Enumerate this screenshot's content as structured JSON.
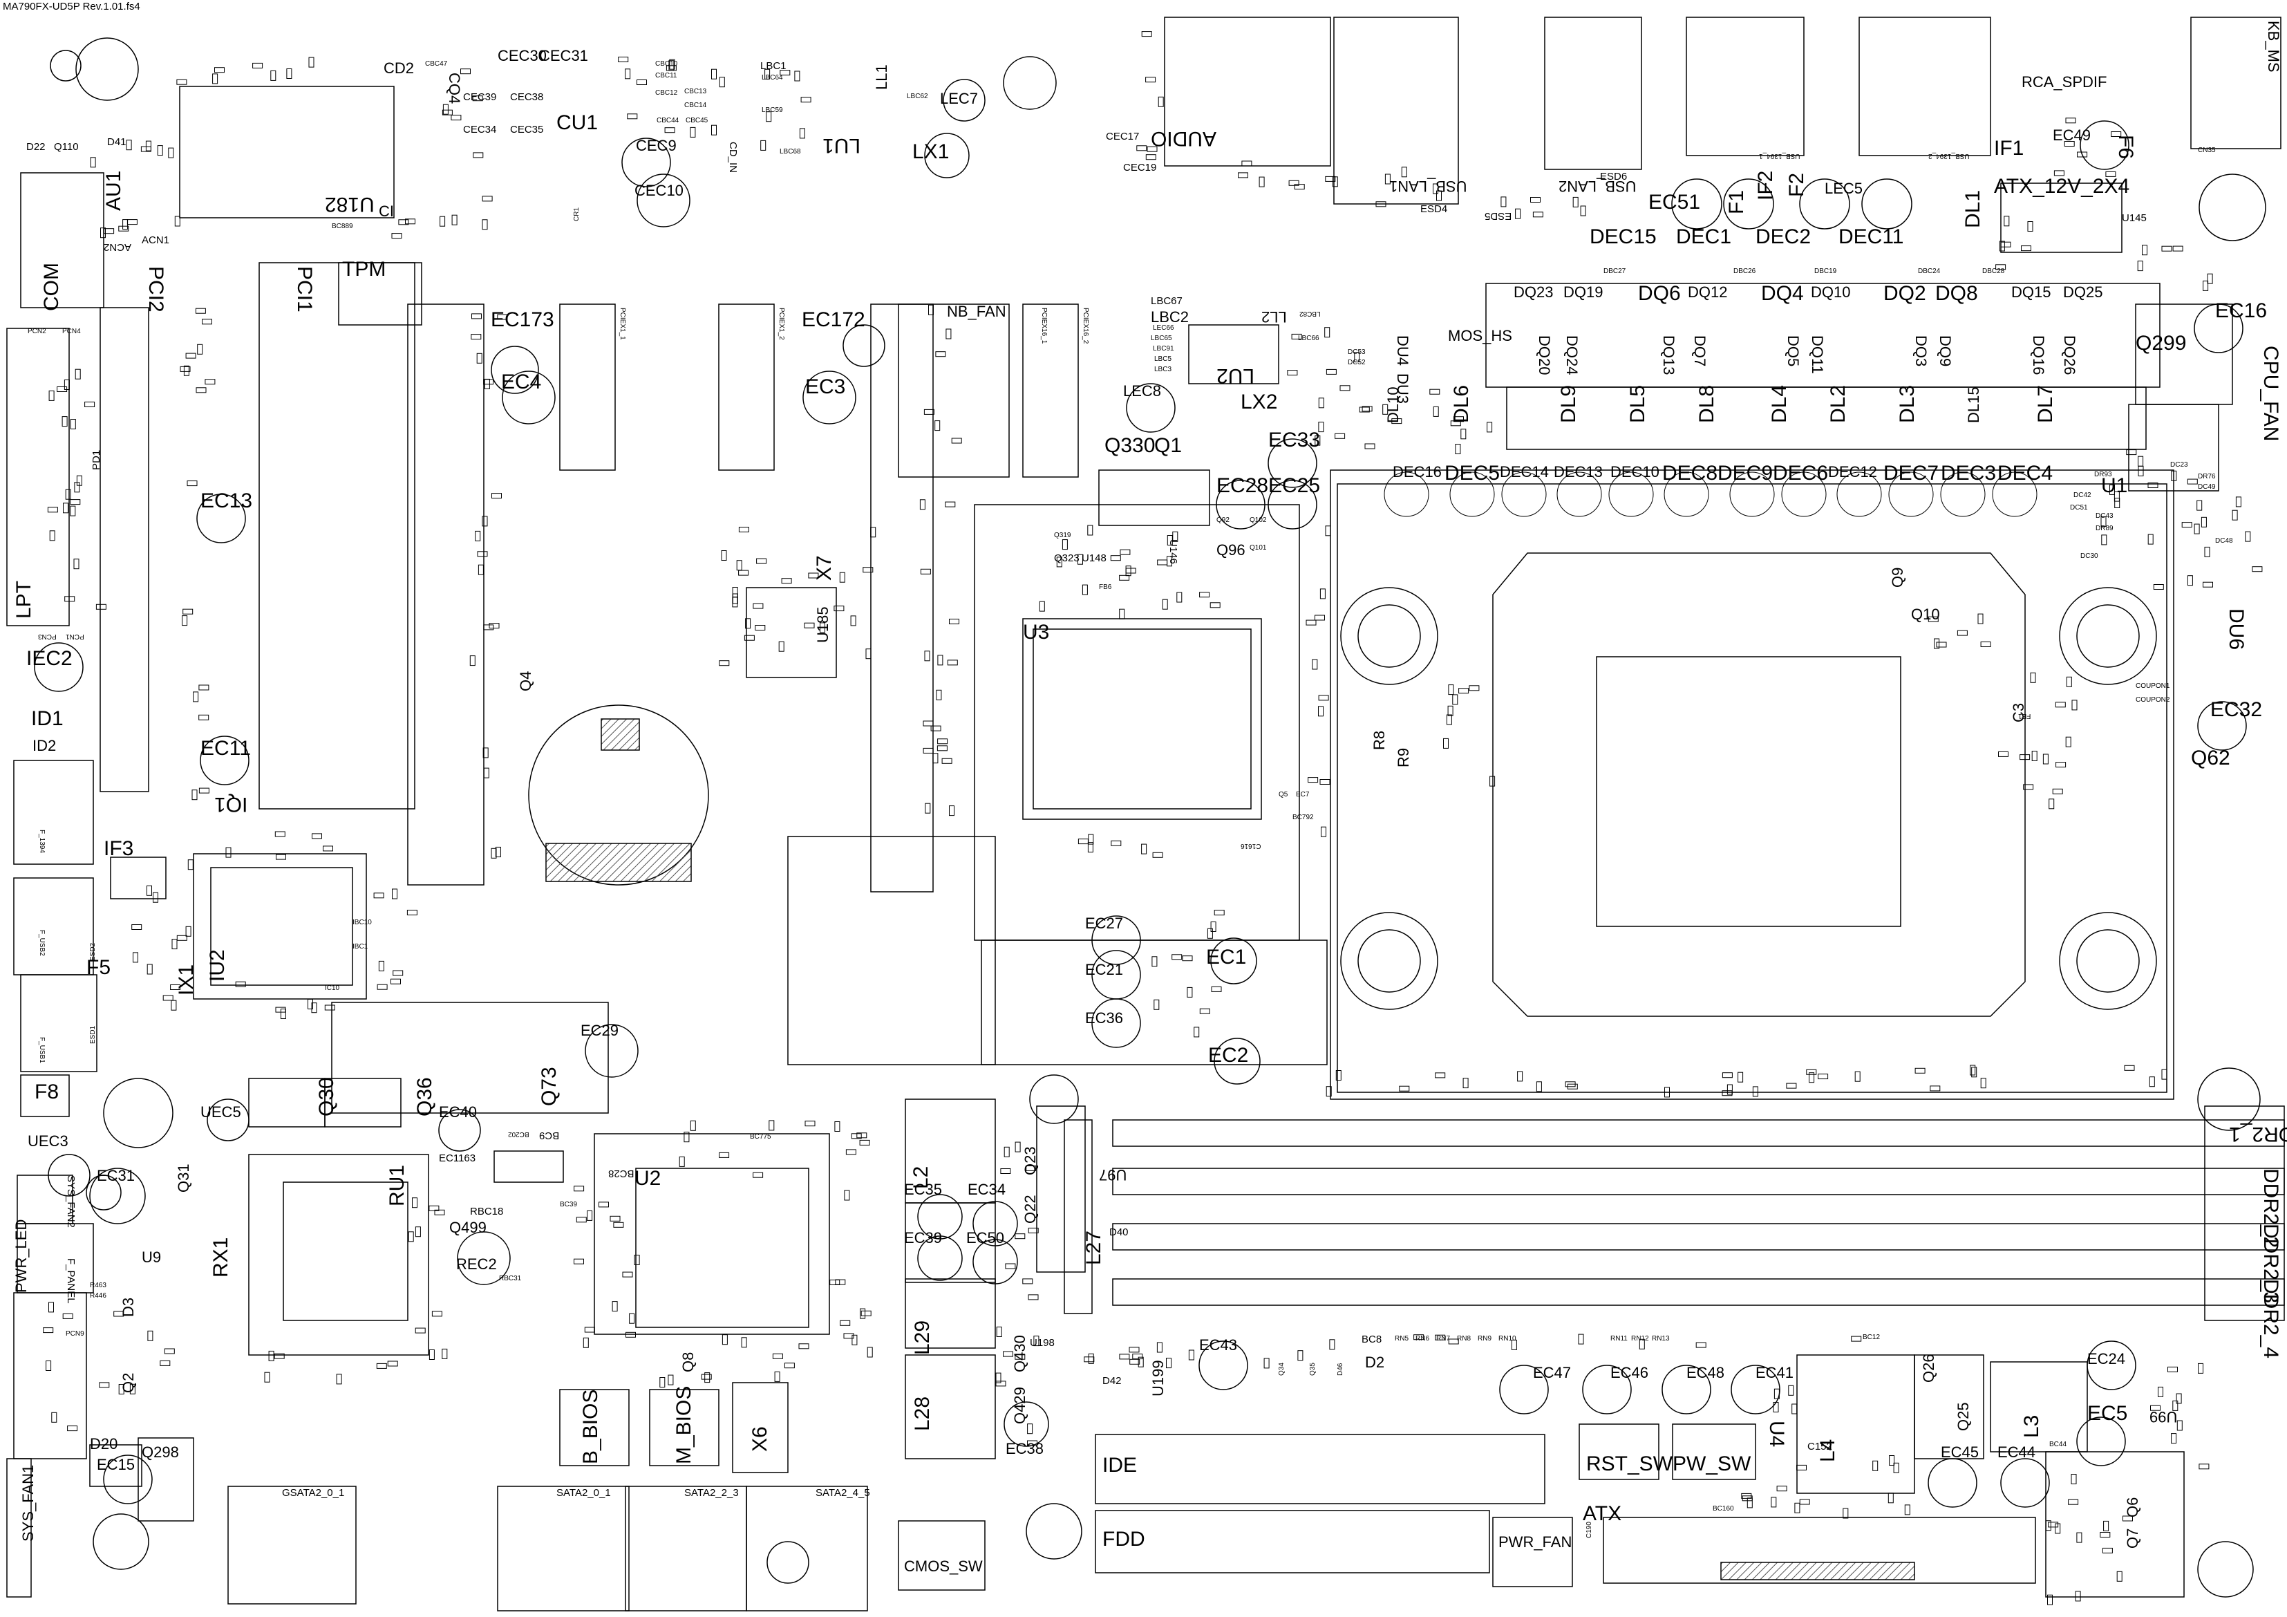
{
  "header": {
    "title": "MA790FX-UD5P Rev.1.01.fs4"
  },
  "labels": {
    "com": "COM",
    "pci2": "PCI2",
    "pci1": "PCI1",
    "tpm": "TPM",
    "u182": "U182",
    "ci": "CI",
    "au1": "AU1",
    "cd2": "CD2",
    "cq4": "CQ4",
    "cec30": "CEC30",
    "cec31": "CEC31",
    "cu1": "CU1",
    "cec9": "CEC9",
    "cec10": "CEC10",
    "cec39": "CEC39",
    "cec38": "CEC38",
    "cec34": "CEC34",
    "cec35": "CEC35",
    "cec17": "CEC17",
    "cec19": "CEC19",
    "lu1": "LU1",
    "ll1": "LL1",
    "lx1": "LX1",
    "lec7": "LEC7",
    "audio": "AUDIO",
    "usb_lan1": "USB_LAN1",
    "usb_lan2": "USB_LAN2",
    "esd4": "ESD4",
    "esd5": "ESD5",
    "esd6": "ESD6",
    "rca_spdif": "RCA_SPDIF",
    "kb_ms": "KB_MS",
    "if1": "IF1",
    "ec49": "EC49",
    "f6": "F6",
    "f1": "F1",
    "if2": "IF2",
    "f2": "F2",
    "lec5": "LEC5",
    "ec51": "EC51",
    "atx12v": "ATX_12V_2X4",
    "dl1": "DL1",
    "u145": "U145",
    "dec15": "DEC15",
    "dec1": "DEC1",
    "dec2": "DEC2",
    "dec11": "DEC11",
    "dq23": "DQ23",
    "dq19": "DQ19",
    "dq6": "DQ6",
    "dq12": "DQ12",
    "dq4": "DQ4",
    "dq10": "DQ10",
    "dq2": "DQ2",
    "dq8": "DQ8",
    "dq15": "DQ15",
    "dq25": "DQ25",
    "dq20": "DQ20",
    "dq24": "DQ24",
    "dq13": "DQ13",
    "dq7": "DQ7",
    "dq5": "DQ5",
    "dq11": "DQ11",
    "dq3": "DQ3",
    "dq9": "DQ9",
    "dq16": "DQ16",
    "dq26": "DQ26",
    "mos_hs": "MOS_HS",
    "du4": "DU4",
    "du3": "DU3",
    "dl10": "DL10",
    "dl6": "DL6",
    "dl9": "DL9",
    "dl5": "DL5",
    "dl8": "DL8",
    "dl4": "DL4",
    "dl2": "DL2",
    "dl3": "DL3",
    "dl15": "DL15",
    "dl7": "DL7",
    "ec16": "EC16",
    "q299": "Q299",
    "cpu_fan": "CPU_FAN",
    "dec16": "DEC16",
    "dec5": "DEC5",
    "dec14": "DEC14",
    "dec13": "DEC13",
    "dec10": "DEC10",
    "dec8": "DEC8",
    "dec9": "DEC9",
    "dec6": "DEC6",
    "dec12": "DEC12",
    "dec7": "DEC7",
    "dec3": "DEC3",
    "dec4": "DEC4",
    "u1": "U1",
    "nb_fan": "NB_FAN",
    "ec173": "EC173",
    "ec172": "EC172",
    "ec4": "EC4",
    "ec3": "EC3",
    "lbc67": "LBC67",
    "lbc2": "LBC2",
    "ll2": "LL2",
    "lu2": "LU2",
    "lx2": "LX2",
    "lec8": "LEC8",
    "ec33": "EC33",
    "q330": "Q330",
    "q1": "Q1",
    "ec28": "EC28",
    "ec25": "EC25",
    "lpt": "LPT",
    "ec13": "EC13",
    "iec2": "IEC2",
    "id1": "ID1",
    "id2": "ID2",
    "ec11": "EC11",
    "iq1": "IQ1",
    "if3": "IF3",
    "f5": "F5",
    "ix1": "IX1",
    "iu2": "IU2",
    "f8": "F8",
    "x7": "X7",
    "u185": "U185",
    "u3": "U3",
    "q4": "Q4",
    "q96": "Q96",
    "u146": "U146",
    "q9": "Q9",
    "q10": "Q10",
    "du6": "DU6",
    "ec32": "EC32",
    "q62": "Q62",
    "c3": "C3",
    "ec27": "EC27",
    "ec21": "EC21",
    "ec36": "EC36",
    "ec1": "EC1",
    "ec2": "EC2",
    "ec29": "EC29",
    "uec5": "UEC5",
    "q30": "Q30",
    "q36": "Q36",
    "ec40": "EC40",
    "q73": "Q73",
    "uec3": "UEC3",
    "ec31": "EC31",
    "q31": "Q31",
    "sys_fan2": "SYS_FAN2",
    "pwr_led": "PWR_LED",
    "u9": "U9",
    "d3": "D3",
    "f_panel": "F_PANEL",
    "q2": "Q2",
    "d20": "D20",
    "ec15": "EC15",
    "q298": "Q298",
    "sys_fan1": "SYS_FAN1",
    "rx1": "RX1",
    "ru1": "RU1",
    "q499": "Q499",
    "rec2": "REC2",
    "ec1163": "EC1163",
    "u2": "U2",
    "b_bios": "B_BIOS",
    "m_bios": "M_BIOS",
    "x6": "X6",
    "q8": "Q8",
    "gsata": "GSATA2_0_1",
    "sata01": "SATA2_0_1",
    "sata23": "SATA2_2_3",
    "sata45": "SATA2_4_5",
    "cmos_sw": "CMOS_SW",
    "l2": "L2",
    "ec35": "EC35",
    "ec34": "EC34",
    "ec39": "EC39",
    "ec50": "EC50",
    "l29": "L29",
    "l28": "L28",
    "ec38": "EC38",
    "q429": "Q429",
    "q430": "Q430",
    "q23": "Q23",
    "q22": "Q22",
    "u97": "U97",
    "l27": "L27",
    "u198": "U198",
    "u199": "U199",
    "ec43": "EC43",
    "ide": "IDE",
    "fdd": "FDD",
    "pwr_fan": "PWR_FAN",
    "atx": "ATX",
    "rst_sw": "RST_SW",
    "pw_sw": "PW_SW",
    "u4": "U4",
    "l4": "L4",
    "ec47": "EC47",
    "ec46": "EC46",
    "ec48": "EC48",
    "ec41": "EC41",
    "d2": "D2",
    "q26": "Q26",
    "q25": "Q25",
    "l3": "L3",
    "ec24": "EC24",
    "ec5": "EC5",
    "u99": "U99",
    "ec45": "EC45",
    "ec44": "EC44",
    "q6": "Q6",
    "q7": "Q7",
    "ddr2_1": "DDR2_1",
    "ddr2_2": "DDR2_2",
    "ddr2_3": "DDR2_3",
    "ddr2_4": "DDR2_4",
    "pcie1": "PCIEX1_1",
    "pcie2": "PCIEX1_2",
    "pcie3": "PCIEX16_1",
    "pcie4": "PCIEX16_2"
  },
  "small": {
    "d22": "D22",
    "q110": "Q110",
    "d41": "D41",
    "acn1": "ACN1",
    "acn2": "ACN2",
    "cbc47": "CBC47",
    "cbc10": "CBC10",
    "cbc11": "CBC11",
    "cbc12": "CBC12",
    "cbc13": "CBC13",
    "cbc14": "CBC14",
    "cbc44": "CBC44",
    "cbc45": "CBC45",
    "lbc1": "LBC1",
    "lbc64": "LBC64",
    "lbc59": "LBC59",
    "lbc62": "LBC62",
    "cd_in": "CD_IN",
    "cr1": "CR1",
    "cbc48": "CBC48",
    "lec28": "LEC28",
    "lbc68": "LBC68",
    "usb1394_1": "USB_1394_1",
    "usb1394_2": "USB_1394_2",
    "cn35": "CN35",
    "dbc27": "DBC27",
    "dbc26": "DBC26",
    "dbc19": "DBC19",
    "dbc24": "DBC24",
    "dbc28": "DBC28",
    "pcn2": "PCN2",
    "pcn4": "PCN4",
    "pcn3": "PCN3",
    "pcn1": "PCN1",
    "pd1": "PD1",
    "f1394": "F_1394",
    "esd2": "ESD2",
    "f_usb2": "F_USB2",
    "f_usb1": "F_USB1",
    "esd1": "ESD1",
    "bc889": "BC889",
    "bc9": "BC9",
    "bc202": "BC202",
    "bc28": "BC28",
    "bc775": "BC775",
    "rbc18": "RBC18",
    "rbc31": "RBC31",
    "bc39": "BC39",
    "bc8": "BC8",
    "bc12": "BC12",
    "c152": "C152",
    "bc160": "BC160",
    "c190": "C190",
    "bc44": "BC44",
    "q319": "Q319",
    "q323": "Q323",
    "u148": "U148",
    "q92": "Q92",
    "q102": "Q102",
    "q101": "Q101",
    "bc792": "BC792",
    "c1616": "C1616",
    "coupon1": "COUPON1",
    "coupon2": "COUPON2",
    "d40": "D40",
    "d42": "D42",
    "q34": "Q34",
    "q35": "Q35",
    "d46": "D46",
    "rn5": "RN5",
    "rn6": "RN6",
    "rn7": "RN7",
    "rn8": "RN8",
    "rn9": "RN9",
    "rn10": "RN10",
    "rn11": "RN11",
    "rn12": "RN12",
    "rn13": "RN13",
    "dc43": "DC43",
    "dr89": "DR89",
    "dc30": "DC30",
    "dc23": "DC23",
    "dr76": "DR76",
    "dc49": "DC49",
    "dc48": "DC48",
    "dr93": "DR93",
    "dc42": "DC42",
    "dc51": "DC51",
    "dc53": "DC53",
    "dc52": "DC52",
    "lbc82": "LBC82",
    "lbc66": "LBC66",
    "lbc65": "LBC65",
    "lec66": "LEC66",
    "lbc91": "LBC91",
    "lbc5": "LBC5",
    "lbc3": "LBC3",
    "fb1": "FB1",
    "fb6": "FB6",
    "r8": "R8",
    "r9": "R9",
    "q5": "Q5",
    "ec7": "EC7",
    "ibc10": "IBC10",
    "ibc1": "IBC1",
    "ic10": "IC10",
    "pcn9": "PCN9",
    "r463": "R463",
    "r446": "R446"
  },
  "colors": {
    "line": "#000000",
    "background": "#ffffff",
    "hatch": "#555555"
  }
}
